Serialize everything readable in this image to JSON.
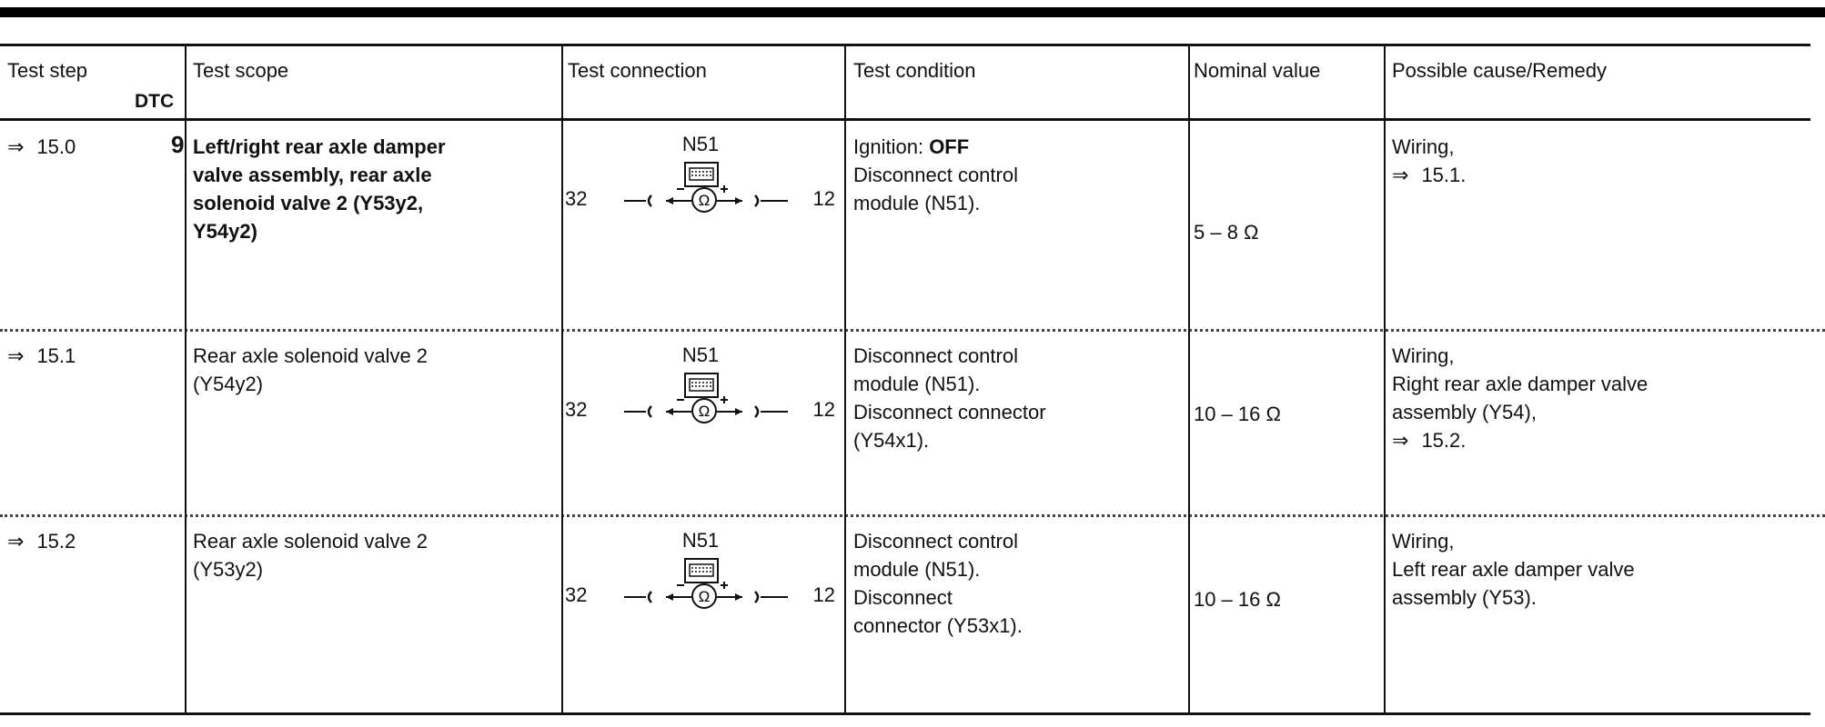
{
  "header": {
    "test_step": "Test step",
    "dtc": "DTC",
    "test_scope": "Test scope",
    "test_connection": "Test connection",
    "test_condition": "Test condition",
    "nominal_value": "Nominal value",
    "remedy": "Possible cause/Remedy"
  },
  "arrow": "⇒",
  "rows": [
    {
      "step": "15.0",
      "dtc": "9",
      "scope": [
        "Left/right rear axle damper",
        "valve assembly, rear axle",
        "solenoid valve 2 (Y53y2,",
        "Y54y2)"
      ],
      "connection": {
        "module": "N51",
        "pin_left": "32",
        "pin_right": "12"
      },
      "condition": {
        "ignition_label": "Ignition:",
        "ignition_state": "OFF",
        "lines": [
          "Disconnect control",
          "module (N51)."
        ]
      },
      "nominal": "5 – 8 Ω",
      "remedy": {
        "lines": [
          "Wiring,"
        ],
        "next": "15.1."
      }
    },
    {
      "step": "15.1",
      "dtc": "",
      "scope": [
        "Rear axle solenoid valve 2",
        "(Y54y2)"
      ],
      "connection": {
        "module": "N51",
        "pin_left": "32",
        "pin_right": "12"
      },
      "condition": {
        "lines": [
          "Disconnect control",
          "module (N51).",
          "Disconnect connector",
          "(Y54x1)."
        ]
      },
      "nominal": "10 – 16 Ω",
      "remedy": {
        "lines": [
          "Wiring,",
          "Right rear axle damper valve",
          "assembly (Y54),"
        ],
        "next": "15.2."
      }
    },
    {
      "step": "15.2",
      "dtc": "",
      "scope": [
        "Rear axle solenoid valve 2",
        "(Y53y2)"
      ],
      "connection": {
        "module": "N51",
        "pin_left": "32",
        "pin_right": "12"
      },
      "condition": {
        "lines": [
          "Disconnect control",
          "module (N51).",
          "Disconnect",
          "connector (Y53x1)."
        ]
      },
      "nominal": "10 – 16 Ω",
      "remedy": {
        "lines": [
          "Wiring,",
          "Left rear axle damper valve",
          "assembly (Y53)."
        ]
      }
    }
  ]
}
